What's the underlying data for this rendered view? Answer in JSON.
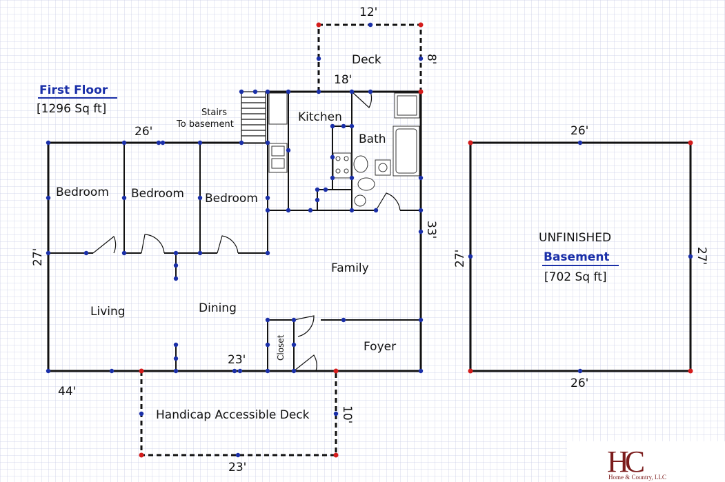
{
  "title_first": "First Floor",
  "area_first": "[1296 Sq ft]",
  "stairs_line1": "Stairs",
  "stairs_line2": "To basement",
  "rooms": {
    "deck": "Deck",
    "kitchen": "Kitchen",
    "bath": "Bath",
    "bedroom1": "Bedroom",
    "bedroom2": "Bedroom",
    "bedroom3": "Bedroom",
    "family": "Family",
    "living": "Living",
    "dining": "Dining",
    "closet": "Closet",
    "foyer": "Foyer",
    "hc_deck": "Handicap Accessible Deck"
  },
  "dims": {
    "deck_top": "12'",
    "deck_side": "8'",
    "deck_inner": "18'",
    "house_top": "26'",
    "house_left": "27'",
    "house_right": "33'",
    "house_bottom": "44'",
    "front_top": "23'",
    "hc_side": "10'",
    "hc_bottom": "23'"
  },
  "basement": {
    "line1": "UNFINISHED",
    "title": "Basement",
    "area": "[702 Sq ft]",
    "top": "26'",
    "bottom": "26'",
    "left": "27'",
    "right": "27'"
  },
  "logo": {
    "mark": "HC",
    "text": "Home & Country, LLC",
    "color": "#7b1c1c"
  },
  "colors": {
    "wall": "#111111",
    "node": "#1a2fa8",
    "corner": "#d41c1c",
    "grid": "#c9cde6",
    "accent": "#1a2fa8"
  }
}
